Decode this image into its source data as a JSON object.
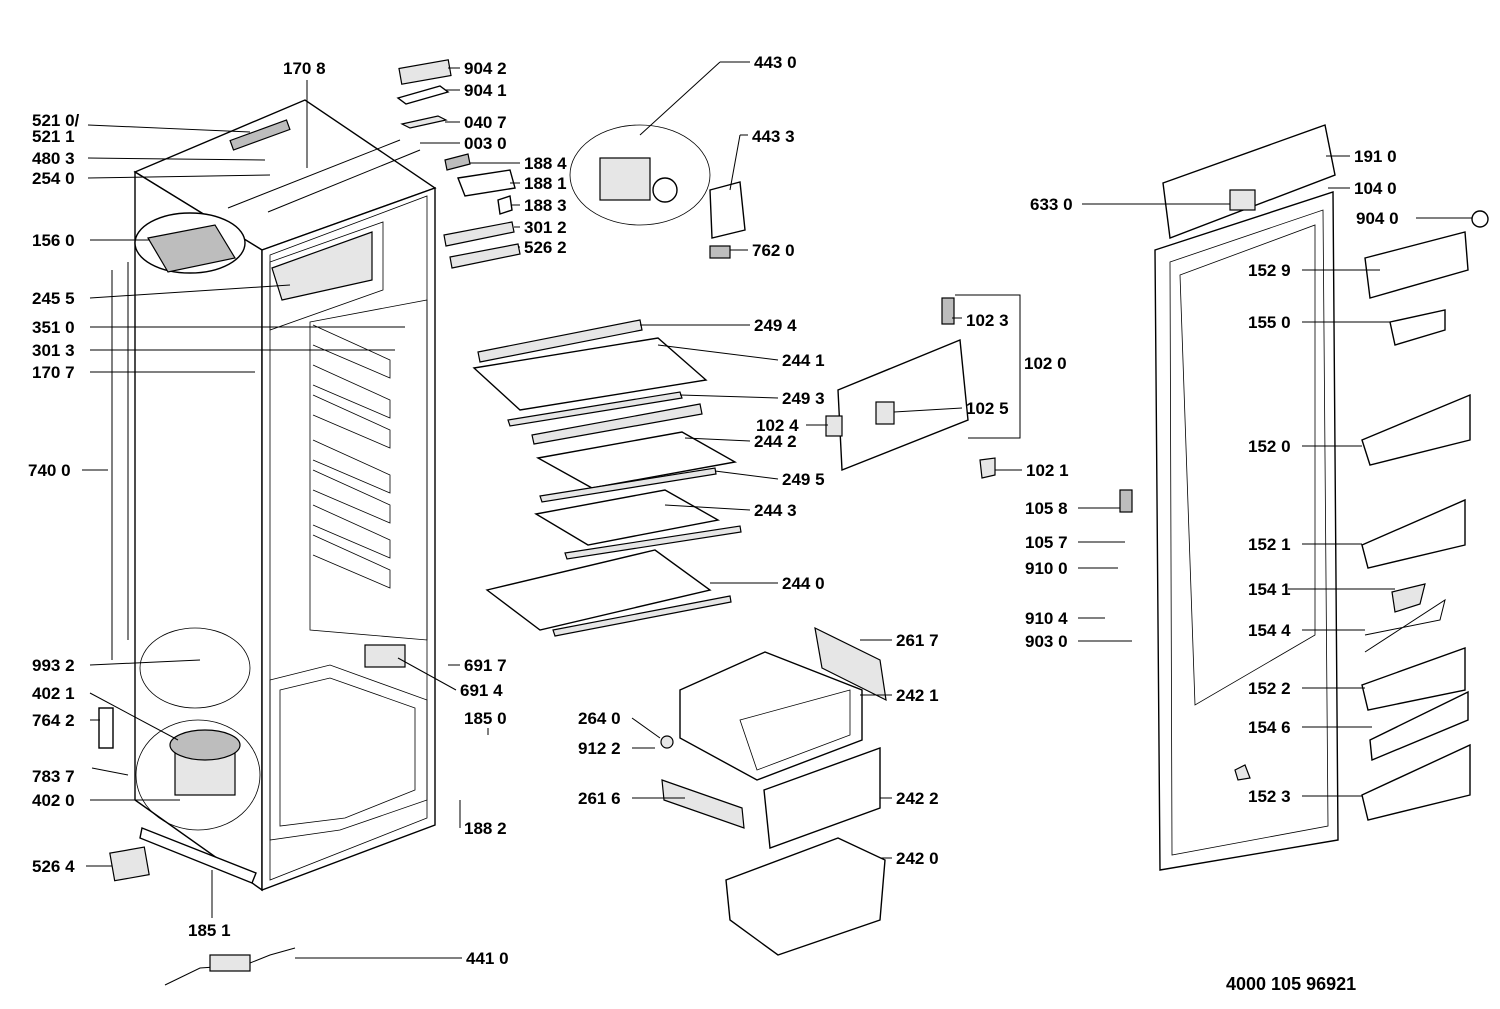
{
  "diagram": {
    "drawing_number": "4000 105 96921",
    "callouts": [
      "170 8",
      "521 0/",
      "521 1",
      "480 3",
      "254 0",
      "156 0",
      "245 5",
      "351 0",
      "301 3",
      "170 7",
      "740 0",
      "993 2",
      "402 1",
      "764 2",
      "783 7",
      "402 0",
      "526 4",
      "185 1",
      "441 0",
      "904 2",
      "904 1",
      "040 7",
      "003 0",
      "188 4",
      "188 1",
      "188 3",
      "301 2",
      "526 2",
      "443 0",
      "443 3",
      "762 0",
      "249 4",
      "244 1",
      "249 3",
      "244 2",
      "249 5",
      "244 3",
      "244 0",
      "691 7",
      "691 4",
      "185 0",
      "188 2",
      "264 0",
      "912 2",
      "261 6",
      "261 7",
      "242 1",
      "242 2",
      "242 0",
      "102 3",
      "102 0",
      "102 5",
      "102 4",
      "102 1",
      "105 8",
      "105 7",
      "910 0",
      "910 4",
      "903 0",
      "633 0",
      "191 0",
      "104 0",
      "904 0",
      "152 9",
      "155 0",
      "152 0",
      "152 1",
      "154 1",
      "154 4",
      "152 2",
      "154 6",
      "152 3"
    ]
  }
}
